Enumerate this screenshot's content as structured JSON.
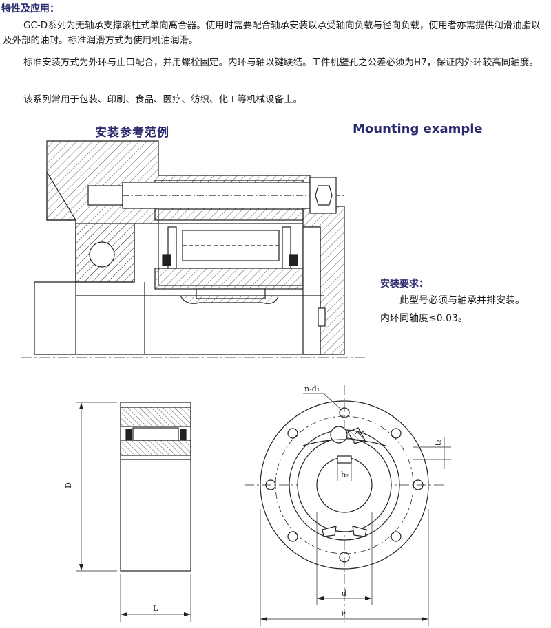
{
  "heading": "特性及应用：",
  "paragraphs": [
    "GC-D系列为无轴承支撑滚柱式单向离合器。使用时需要配合轴承安装以承受轴向负载与径向负载，使用者亦需提供润滑油脂以及外部的油封。标准润滑方式为使用机油润滑。",
    "标准安装方式为外环与止口配合，并用螺栓固定。内环与轴以键联结。工件机壁孔之公差必须为H7，保证内外环较高同轴度。",
    "该系列常用于包装、印刷、食品、医疗、纺织、化工等机械设备上。"
  ],
  "captions": {
    "cn": "安装参考范例",
    "en": "Mounting example"
  },
  "requirements": {
    "title": "安装要求：",
    "line1": "此型号必须与轴承并排安装。",
    "line2": "内环同轴度≤0.03。"
  },
  "dimensions": {
    "D": "D",
    "L": "L",
    "n_d1": "n-d₁",
    "t2": "t₂",
    "b2": "b₂",
    "d": "d",
    "F": "F"
  },
  "colors": {
    "accent": "#2b2a6e",
    "line": "#222222",
    "fill": "#dcdcdc"
  }
}
